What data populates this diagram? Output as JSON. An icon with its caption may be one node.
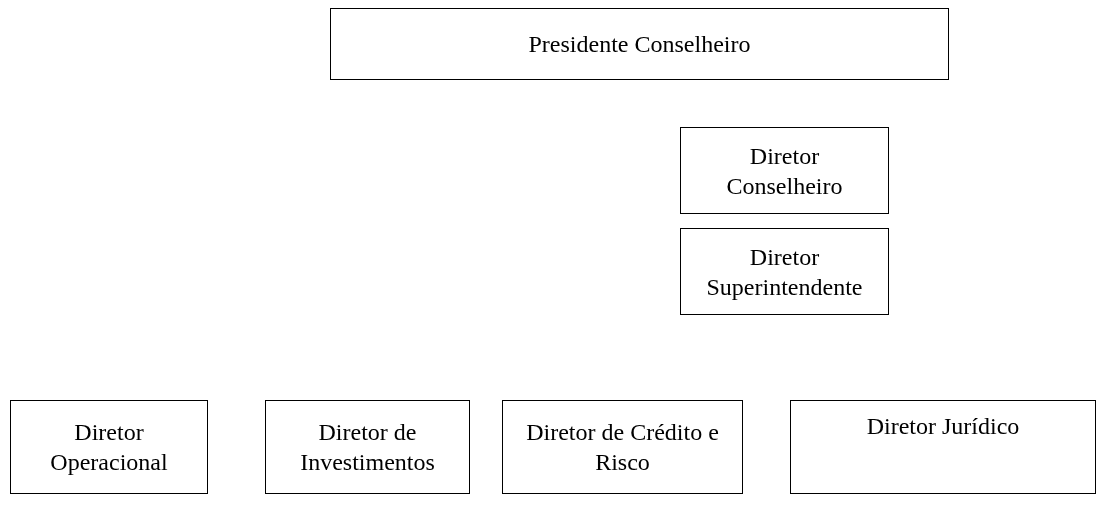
{
  "diagram": {
    "nodes": [
      {
        "text": [
          "Presidente Conselheiro"
        ]
      },
      {
        "text": [
          "Diretor Conselheiro"
        ]
      },
      {
        "text": [
          "Diretor Superintendente"
        ]
      },
      {
        "text": [
          "Diretor Operacional"
        ]
      },
      {
        "text": [
          "Diretor de Investimentos"
        ]
      },
      {
        "text": [
          "Diretor de Crédito e Risco"
        ]
      },
      {
        "text": [
          "Diretor Jurídico"
        ]
      }
    ]
  }
}
